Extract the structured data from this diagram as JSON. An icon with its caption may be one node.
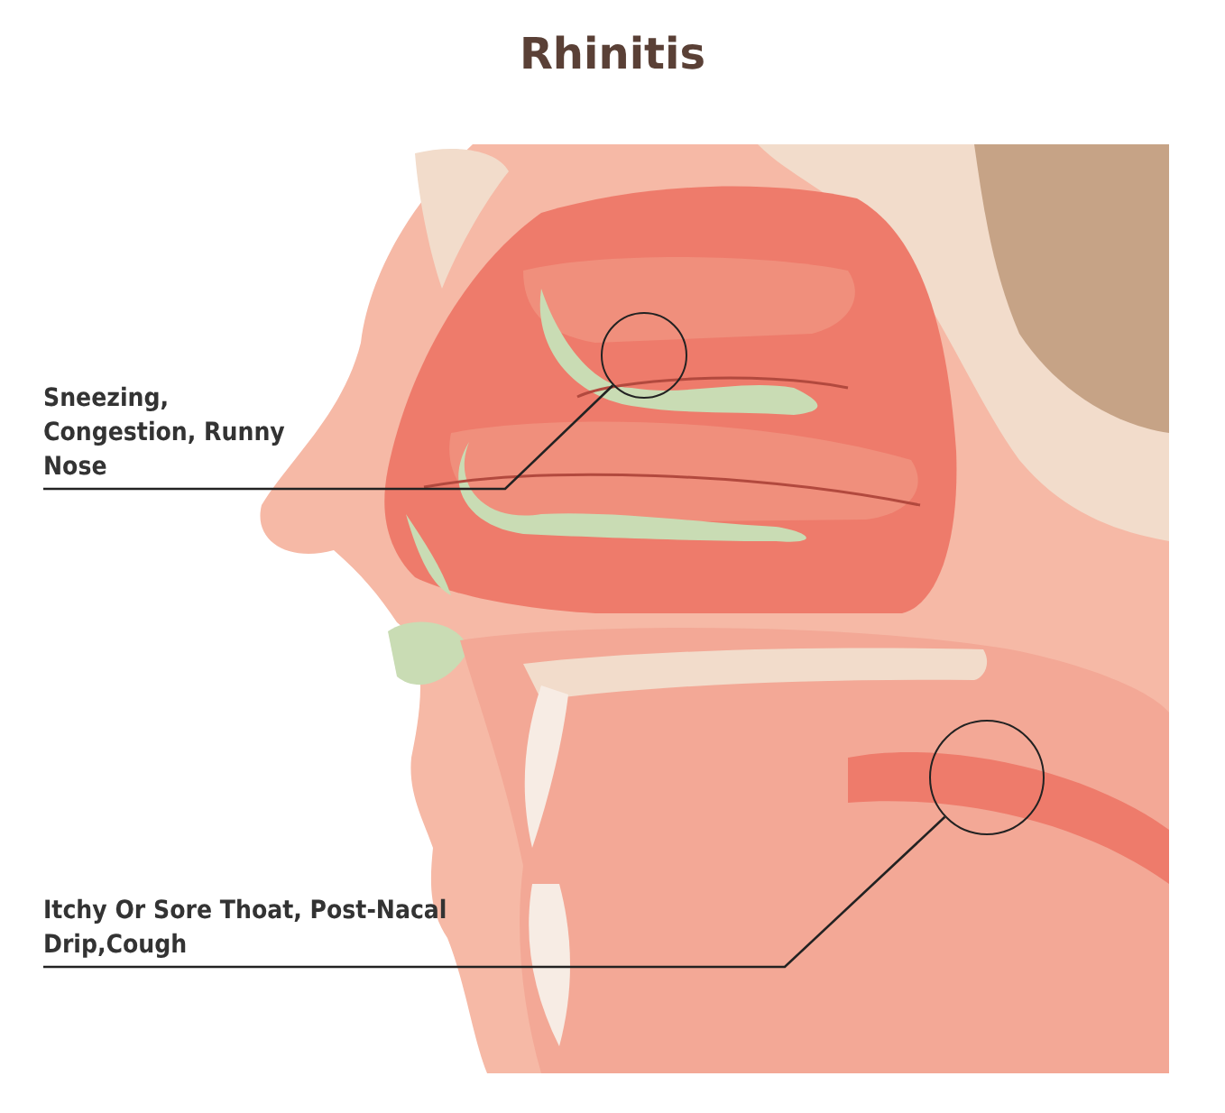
{
  "diagram": {
    "title": "Rhinitis",
    "nodes": [
      {
        "text": [
          "Sneezing, Congestion, Runny Nose"
        ]
      },
      {
        "text": [],
        "shape": "circle"
      },
      {
        "text": [
          "Itchy Or Sore Thoat, Post-Nacal Drip,Cough"
        ]
      },
      {
        "text": [],
        "shape": "circle"
      }
    ],
    "edges": [
      {
        "from": 0,
        "to": 1,
        "arrow": "none"
      },
      {
        "from": 2,
        "to": 3,
        "arrow": "none"
      }
    ]
  }
}
